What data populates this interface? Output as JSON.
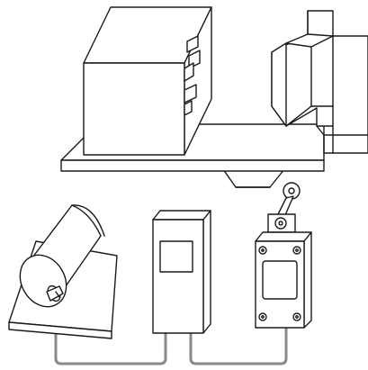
{
  "diagram": {
    "colors": {
      "stroke": "#1a1a1a",
      "fill": "#ffffff",
      "cable": "#8a8a8a"
    },
    "components": [
      {
        "id": "machine-table",
        "icon": "machine-table-icon"
      },
      {
        "id": "workpiece-block",
        "icon": "block-icon"
      },
      {
        "id": "vise-jaw",
        "icon": "vise-icon"
      },
      {
        "id": "motor",
        "icon": "motor-icon"
      },
      {
        "id": "controller",
        "icon": "controller-box-icon"
      },
      {
        "id": "limit-switch",
        "icon": "limit-switch-icon"
      }
    ],
    "connections": [
      {
        "from": "motor",
        "to": "controller"
      },
      {
        "from": "controller",
        "to": "limit-switch"
      }
    ]
  }
}
